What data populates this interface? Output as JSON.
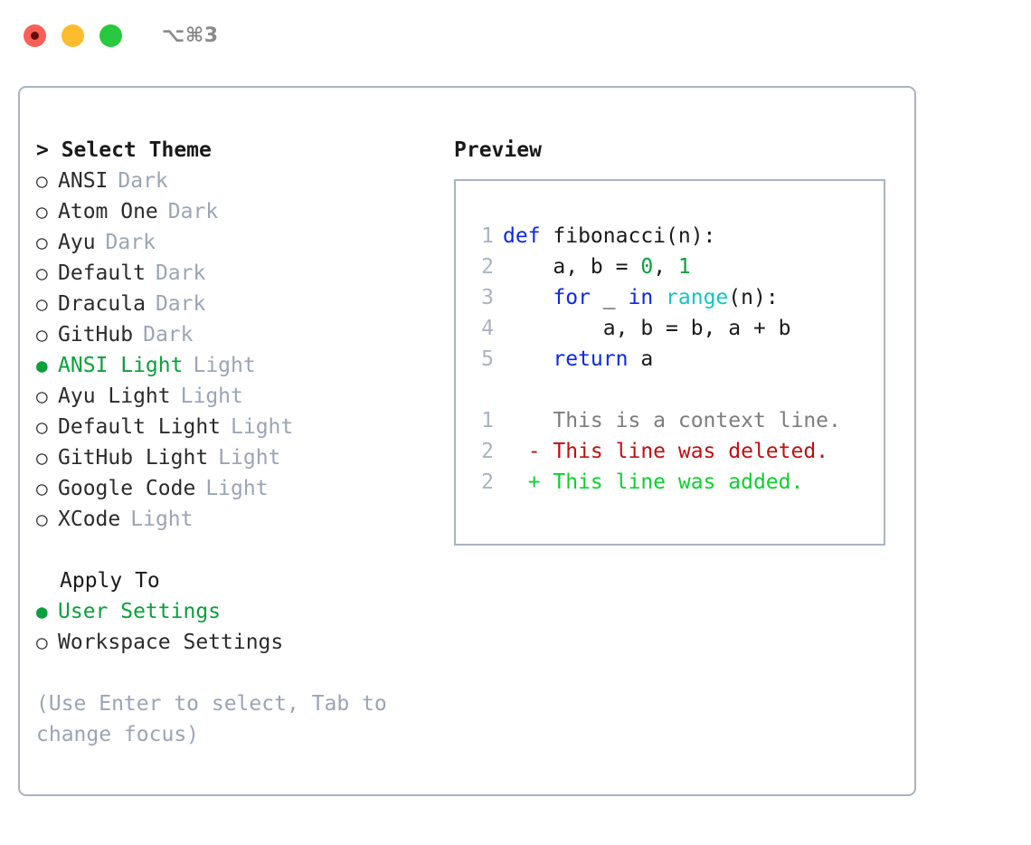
{
  "titlebar": {
    "shortcut": "⌥⌘3",
    "buttons": [
      {
        "name": "close",
        "color": "#fb5f57"
      },
      {
        "name": "minimize",
        "color": "#fcbc2e"
      },
      {
        "name": "maximize",
        "color": "#28c93f"
      }
    ]
  },
  "theme_picker": {
    "heading": "> Select Theme",
    "bullet_unselected": "○",
    "bullet_selected": "●",
    "items": [
      {
        "label": "ANSI",
        "tag": "Dark",
        "selected": false
      },
      {
        "label": "Atom One",
        "tag": "Dark",
        "selected": false
      },
      {
        "label": "Ayu",
        "tag": "Dark",
        "selected": false
      },
      {
        "label": "Default",
        "tag": "Dark",
        "selected": false
      },
      {
        "label": "Dracula",
        "tag": "Dark",
        "selected": false
      },
      {
        "label": "GitHub",
        "tag": "Dark",
        "selected": false
      },
      {
        "label": "ANSI Light",
        "tag": "Light",
        "selected": true
      },
      {
        "label": "Ayu Light",
        "tag": "Light",
        "selected": false
      },
      {
        "label": "Default Light",
        "tag": "Light",
        "selected": false
      },
      {
        "label": "GitHub Light",
        "tag": "Light",
        "selected": false
      },
      {
        "label": "Google Code",
        "tag": "Light",
        "selected": false
      },
      {
        "label": "XCode",
        "tag": "Light",
        "selected": false
      }
    ]
  },
  "apply_to": {
    "heading": "Apply To",
    "items": [
      {
        "label": "User Settings",
        "selected": true
      },
      {
        "label": "Workspace Settings",
        "selected": false
      }
    ]
  },
  "hint": "(Use Enter to select, Tab to change focus)",
  "preview": {
    "title": "Preview",
    "code": [
      {
        "num": "1",
        "tokens": [
          {
            "t": "def",
            "c": "kw"
          },
          {
            "t": " fibonacci(n):",
            "c": "plain"
          }
        ]
      },
      {
        "num": "2",
        "tokens": [
          {
            "t": "    a, b = ",
            "c": "plain"
          },
          {
            "t": "0",
            "c": "num"
          },
          {
            "t": ", ",
            "c": "plain"
          },
          {
            "t": "1",
            "c": "num"
          }
        ]
      },
      {
        "num": "3",
        "tokens": [
          {
            "t": "    ",
            "c": "plain"
          },
          {
            "t": "for",
            "c": "kw"
          },
          {
            "t": " _ ",
            "c": "plain"
          },
          {
            "t": "in",
            "c": "kw"
          },
          {
            "t": " ",
            "c": "plain"
          },
          {
            "t": "range",
            "c": "fn"
          },
          {
            "t": "(n):",
            "c": "plain"
          }
        ]
      },
      {
        "num": "4",
        "tokens": [
          {
            "t": "        a, b = b, a + b",
            "c": "plain"
          }
        ]
      },
      {
        "num": "5",
        "tokens": [
          {
            "t": "    ",
            "c": "plain"
          },
          {
            "t": "return",
            "c": "kw"
          },
          {
            "t": " a",
            "c": "plain"
          }
        ]
      }
    ],
    "diff": [
      {
        "num": "1",
        "marker": "  ",
        "text": "This is a context line.",
        "kind": "ctx"
      },
      {
        "num": "2",
        "marker": "- ",
        "text": "This line was deleted.",
        "kind": "del"
      },
      {
        "num": "2",
        "marker": "+ ",
        "text": "This line was added.",
        "kind": "add"
      }
    ]
  },
  "colors": {
    "accent_green": "#0ba03c",
    "muted": "#9aa5b4",
    "border": "#a9b3c1",
    "keyword": "#0c28e8",
    "builtin": "#18c3c3",
    "number": "#0ba03c",
    "diff_added": "#0ed12e",
    "diff_deleted": "#c00f0f",
    "diff_context": "#7d7d7d"
  }
}
